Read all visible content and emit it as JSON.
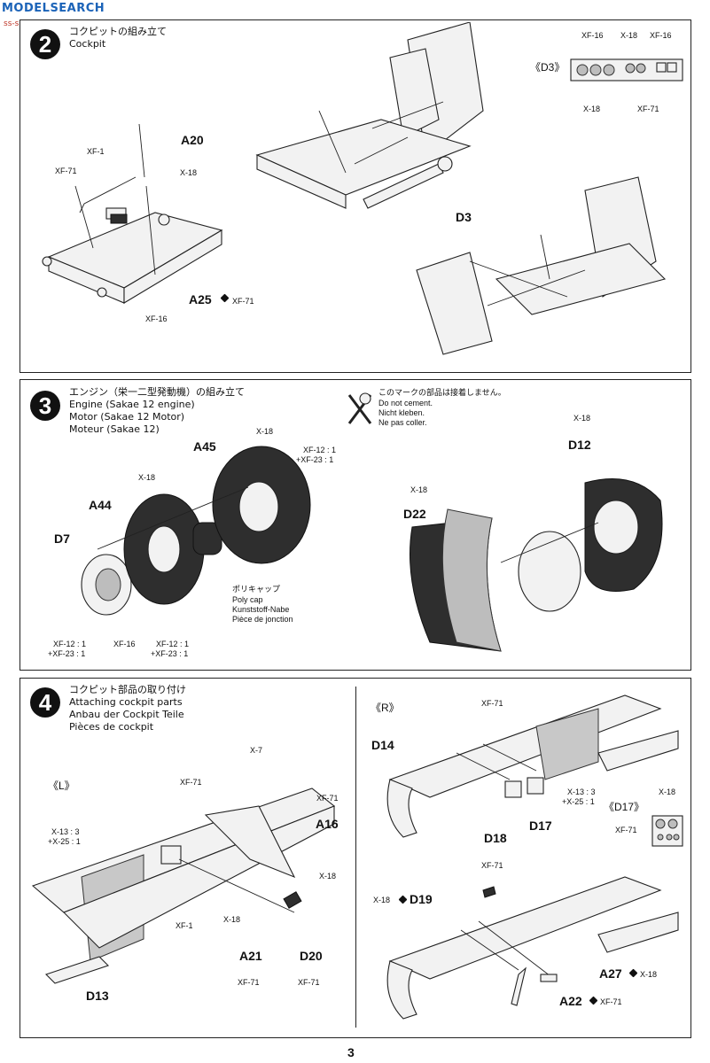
{
  "watermark": {
    "site": "MODELSEARCH",
    "sub": "ss-shen.com"
  },
  "page_number": "3",
  "steps": [
    {
      "number": "2",
      "title_lines": [
        "コクピットの組み立て",
        "Cockpit"
      ],
      "labels": {
        "a20": "A20",
        "xf1": "XF-1",
        "xf71_a": "XF-71",
        "x18_a": "X-18",
        "a25": "A25",
        "xf71_b": "XF-71",
        "xf16": "XF-16",
        "d3": "D3"
      },
      "d3_box": {
        "title": "《D3》",
        "xf16_l": "XF-16",
        "x18_t": "X-18",
        "xf16_r": "XF-16",
        "x18_b": "X-18",
        "xf71": "XF-71"
      }
    },
    {
      "number": "3",
      "title_lines": [
        "エンジン（栄一二型発動機）の組み立て",
        "Engine (Sakae 12 engine)",
        "Motor (Sakae 12 Motor)",
        "Moteur (Sakae 12)"
      ],
      "no_cement": [
        "このマークの部品は接着しません。",
        "Do not cement.",
        "Nicht kleben.",
        "Ne pas coller."
      ],
      "labels": {
        "a45": "A45",
        "x18_a": "X-18",
        "xf12_a": "XF-12 : 1",
        "xf23_a": "+XF-23 : 1",
        "x18_b": "X-18",
        "a44": "A44",
        "d7": "D7",
        "polycap": [
          "ポリキャップ",
          "Poly cap",
          "Kunststoff-Nabe",
          "Pièce de jonction"
        ],
        "xf12_b": "XF-12 : 1",
        "xf23_b": "+XF-23 : 1",
        "xf16": "XF-16",
        "xf12_c": "XF-12 : 1",
        "xf23_c": "+XF-23 : 1",
        "x18_c": "X-18",
        "d12": "D12",
        "x18_d": "X-18",
        "d22": "D22"
      }
    },
    {
      "number": "4",
      "title_lines": [
        "コクピット部品の取り付け",
        "Attaching cockpit parts",
        "Anbau der Cockpit Teile",
        "Pièces de cockpit"
      ],
      "left": {
        "tag": "《L》",
        "x7": "X-7",
        "xf71_a": "XF-71",
        "xf71_b": "XF-71",
        "a16": "A16",
        "x13": "X-13 : 3",
        "x25": "+X-25 : 1",
        "x18_a": "X-18",
        "x18_b": "X-18",
        "xf1": "XF-1",
        "a21": "A21",
        "xf71_c": "XF-71",
        "d20": "D20",
        "xf71_d": "XF-71",
        "d13": "D13"
      },
      "right": {
        "tag": "《R》",
        "xf71_a": "XF-71",
        "d14": "D14",
        "x13": "X-13 : 3",
        "x25": "+X-25 : 1",
        "d17box": "《D17》",
        "x18_a": "X-18",
        "xf71_b": "XF-71",
        "d18": "D18",
        "d17": "D17",
        "xf71_c": "XF-71",
        "x18_b": "X-18",
        "d19": "D19",
        "a27": "A27",
        "x18_c": "X-18",
        "a22": "A22",
        "xf71_d": "XF-71"
      }
    }
  ]
}
